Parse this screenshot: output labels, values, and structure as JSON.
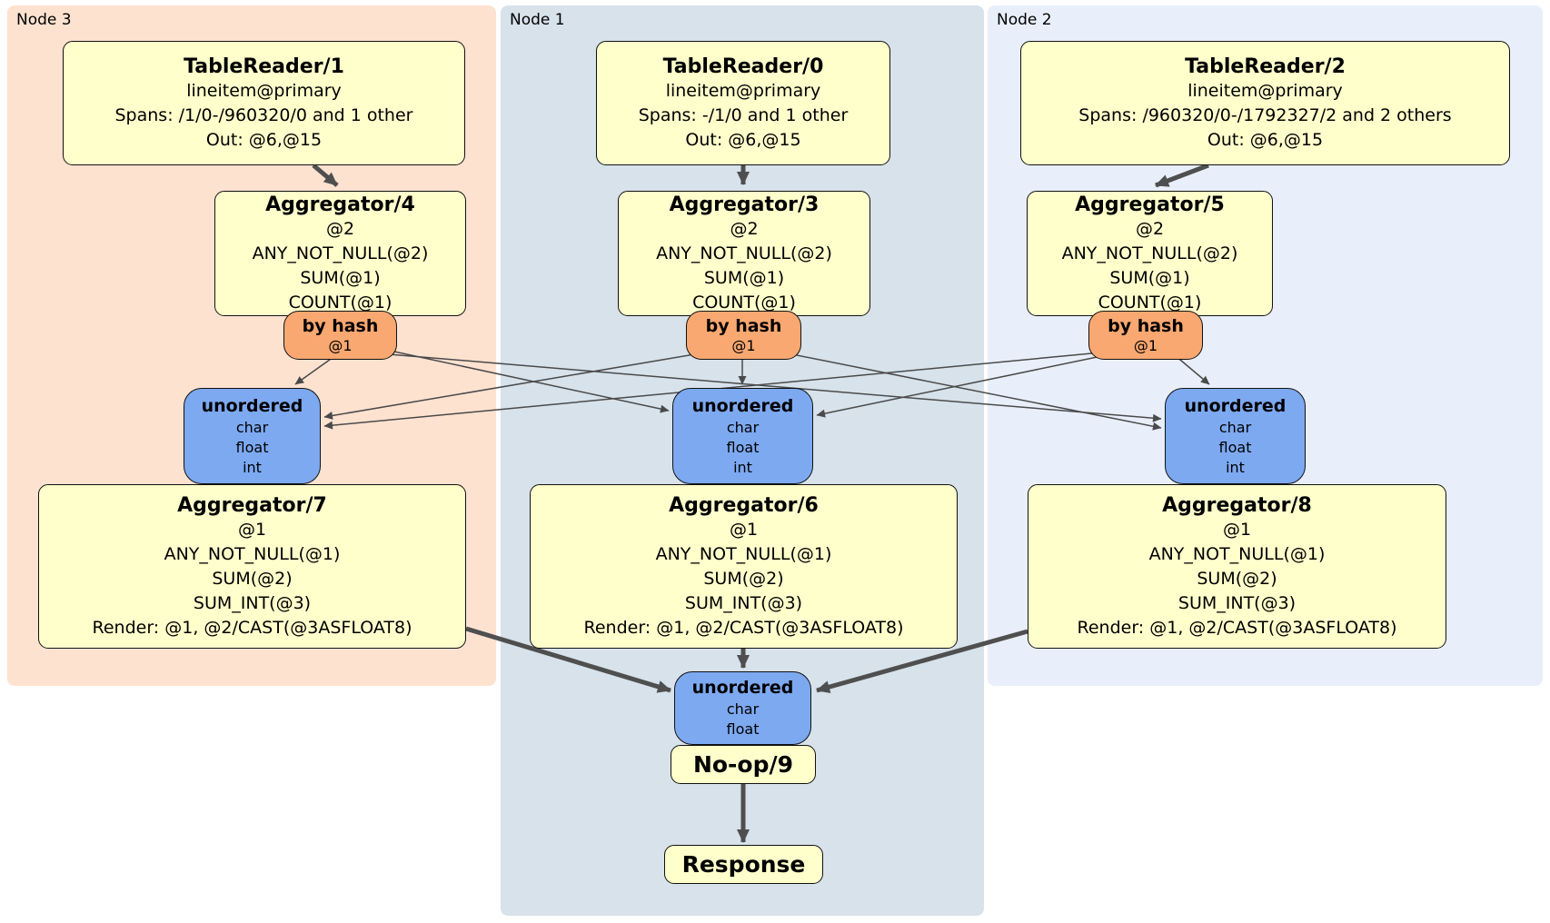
{
  "colors": {
    "node3_bg": "#fde2d0",
    "node1_bg": "#d7e2ea",
    "node2_bg": "#e9effa",
    "processor_bg": "#ffffcc",
    "router_bg": "#f9a871",
    "sync_bg": "#7da9f1",
    "edge": "#4f4f4f"
  },
  "groups": {
    "node3": {
      "label": "Node 3"
    },
    "node1": {
      "label": "Node 1"
    },
    "node2": {
      "label": "Node 2"
    }
  },
  "boxes": {
    "tr1": {
      "title": "TableReader/1",
      "lines": [
        "lineitem@primary",
        "Spans: /1/0-/960320/0 and 1 other",
        "Out: @6,@15"
      ]
    },
    "tr0": {
      "title": "TableReader/0",
      "lines": [
        "lineitem@primary",
        "Spans: -/1/0 and 1 other",
        "Out: @6,@15"
      ]
    },
    "tr2": {
      "title": "TableReader/2",
      "lines": [
        "lineitem@primary",
        "Spans: /960320/0-/1792327/2 and 2 others",
        "Out: @6,@15"
      ]
    },
    "agg4": {
      "title": "Aggregator/4",
      "lines": [
        "@2",
        "ANY_NOT_NULL(@2)",
        "SUM(@1)",
        "COUNT(@1)"
      ]
    },
    "agg3": {
      "title": "Aggregator/3",
      "lines": [
        "@2",
        "ANY_NOT_NULL(@2)",
        "SUM(@1)",
        "COUNT(@1)"
      ]
    },
    "agg5": {
      "title": "Aggregator/5",
      "lines": [
        "@2",
        "ANY_NOT_NULL(@2)",
        "SUM(@1)",
        "COUNT(@1)"
      ]
    },
    "bh3": {
      "title": "by hash",
      "lines": [
        "@1"
      ]
    },
    "bh1": {
      "title": "by hash",
      "lines": [
        "@1"
      ]
    },
    "bh2": {
      "title": "by hash",
      "lines": [
        "@1"
      ]
    },
    "u3": {
      "title": "unordered",
      "lines": [
        "char",
        "float",
        "int"
      ]
    },
    "u1": {
      "title": "unordered",
      "lines": [
        "char",
        "float",
        "int"
      ]
    },
    "u2": {
      "title": "unordered",
      "lines": [
        "char",
        "float",
        "int"
      ]
    },
    "agg7": {
      "title": "Aggregator/7",
      "lines": [
        "@1",
        "ANY_NOT_NULL(@1)",
        "SUM(@2)",
        "SUM_INT(@3)",
        "Render: @1, @2/CAST(@3ASFLOAT8)"
      ]
    },
    "agg6": {
      "title": "Aggregator/6",
      "lines": [
        "@1",
        "ANY_NOT_NULL(@1)",
        "SUM(@2)",
        "SUM_INT(@3)",
        "Render: @1, @2/CAST(@3ASFLOAT8)"
      ]
    },
    "agg8": {
      "title": "Aggregator/8",
      "lines": [
        "@1",
        "ANY_NOT_NULL(@1)",
        "SUM(@2)",
        "SUM_INT(@3)",
        "Render: @1, @2/CAST(@3ASFLOAT8)"
      ]
    },
    "ufinal": {
      "title": "unordered",
      "lines": [
        "char",
        "float"
      ]
    },
    "noop": {
      "title": "No-op/9"
    },
    "resp": {
      "title": "Response"
    }
  }
}
